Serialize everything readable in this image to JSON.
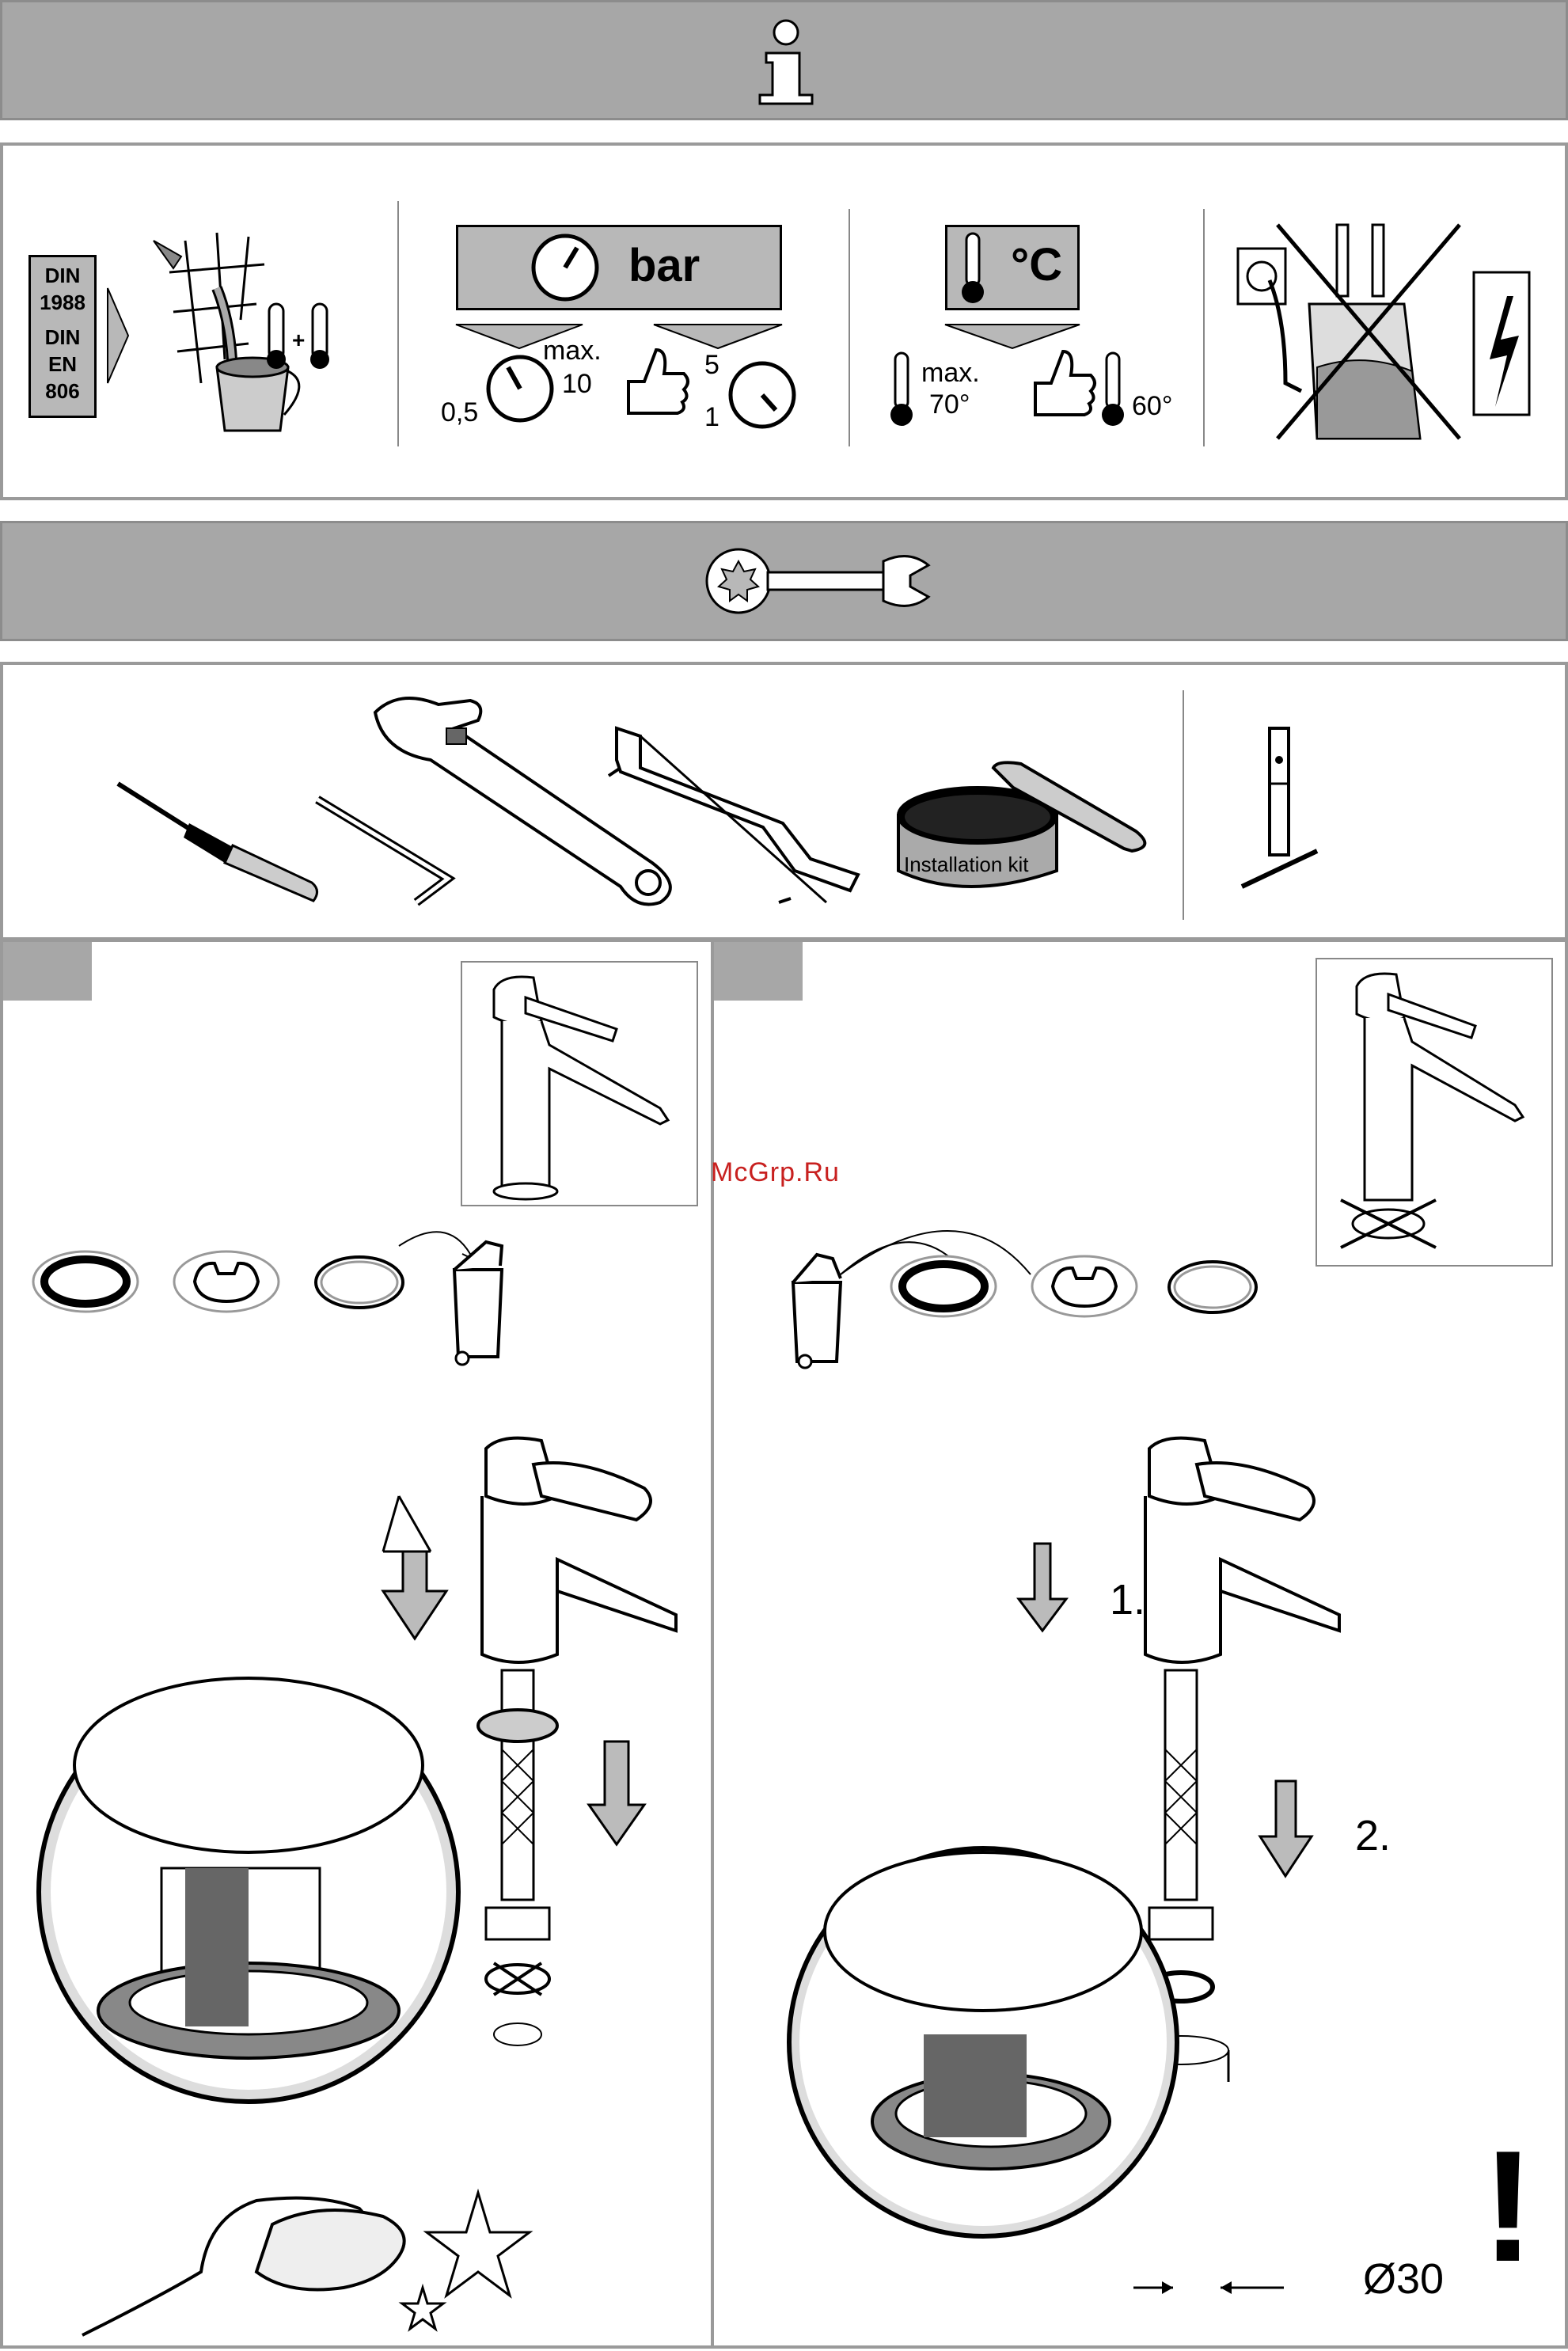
{
  "info_section": {
    "icon": "info-i-icon",
    "norms": [
      "DIN",
      "1988",
      "DIN",
      "EN",
      "806"
    ],
    "pressure": {
      "unit": "bar",
      "max_label": "max.",
      "max_value": "10",
      "min_value": "0,5",
      "recommended_high": "5",
      "recommended_low": "1"
    },
    "temperature": {
      "unit": "°C",
      "max_label": "max.",
      "max_value": "70°",
      "recommended_value": "60°"
    }
  },
  "tools_section": {
    "icon": "wrench-icon",
    "tools": [
      "screwdriver-icon",
      "hex-key-icon",
      "adjustable-wrench-icon",
      "hacksaw-icon",
      "installation-kit-icon",
      "special-tool-icon"
    ],
    "installation_kit_label": "Installation kit"
  },
  "step_left": {
    "parts": [
      "seal-ring-icon",
      "support-plate-icon",
      "o-ring-icon",
      "waste-bin-icon"
    ]
  },
  "step_right": {
    "step1": "1.",
    "step2": "2.",
    "diameter": "Ø30",
    "warning": "!"
  },
  "watermark": "McGrp.Ru"
}
